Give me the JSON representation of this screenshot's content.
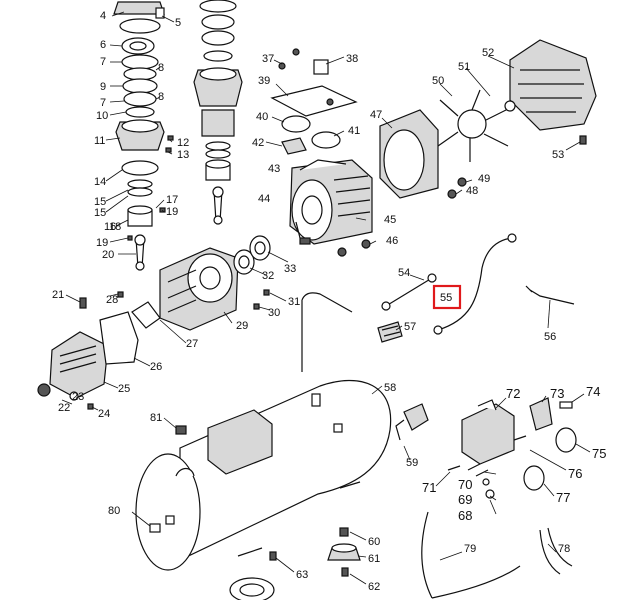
{
  "diagram": {
    "highlight_color": "#e0191b",
    "highlighted_part": "55",
    "labels": {
      "p4": "4",
      "p5": "5",
      "p6": "6",
      "p7a": "7",
      "p8a": "8",
      "p9": "9",
      "p8b": "8",
      "p7b": "7",
      "p10": "10",
      "p11": "11",
      "p12": "12",
      "p13": "13",
      "p14": "14",
      "p15a": "15",
      "p15b": "15",
      "p16": "16",
      "p17": "17",
      "p18": "18",
      "p19a": "19",
      "p19b": "19",
      "p20": "20",
      "p21": "21",
      "p22": "22",
      "p23": "23",
      "p24": "24",
      "p25": "25",
      "p26": "26",
      "p27": "27",
      "p28": "28",
      "p29": "29",
      "p30": "30",
      "p31": "31",
      "p32": "32",
      "p33": "33",
      "p37": "37",
      "p38": "38",
      "p39": "39",
      "p40": "40",
      "p41": "41",
      "p42": "42",
      "p43": "43",
      "p44": "44",
      "p45": "45",
      "p46": "46",
      "p47": "47",
      "p48": "48",
      "p49": "49",
      "p50": "50",
      "p51": "51",
      "p52": "52",
      "p53": "53",
      "p54": "54",
      "p55": "55",
      "p56": "56",
      "p57": "57",
      "p58": "58",
      "p59": "59",
      "p60": "60",
      "p61": "61",
      "p62": "62",
      "p63": "63",
      "p68": "68",
      "p69": "69",
      "p70": "70",
      "p71": "71",
      "p72": "72",
      "p73": "73",
      "p74": "74",
      "p75": "75",
      "p76": "76",
      "p77": "77",
      "p78": "78",
      "p79": "79",
      "p80": "80",
      "p81": "81"
    }
  }
}
